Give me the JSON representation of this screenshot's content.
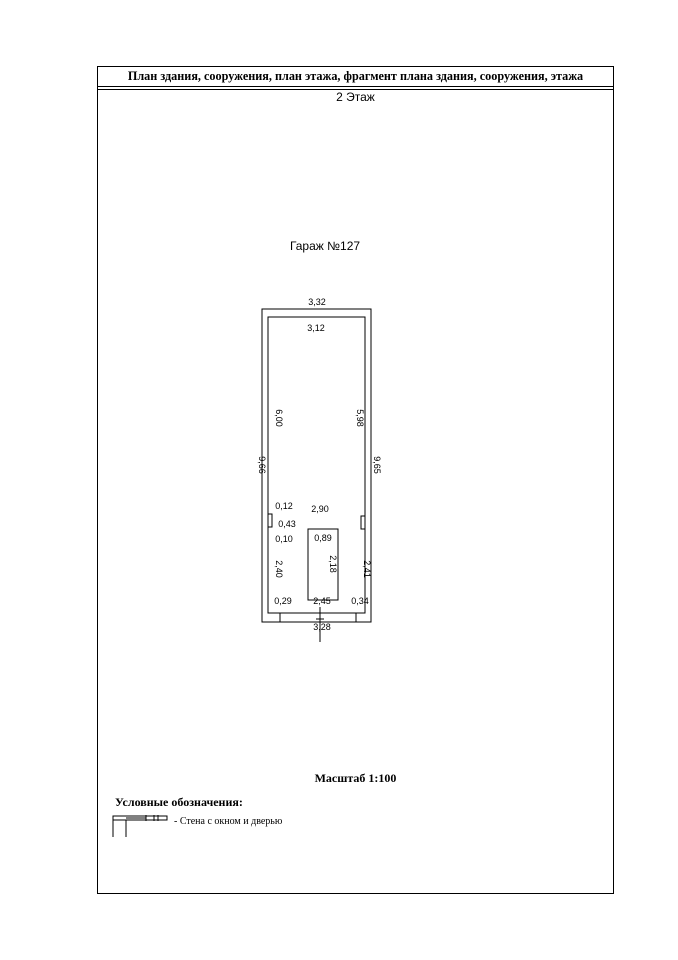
{
  "header": {
    "title": "План здания, сооружения, план этажа, фрагмент плана здания, сооружения, этажа",
    "floor": "2 Этаж"
  },
  "plan": {
    "name": "Гараж №127",
    "dims": {
      "top_outer": "3,32",
      "top_inner": "3,12",
      "left_inner_upper": "6,00",
      "right_inner_upper": "5,98",
      "left_outer": "9,66",
      "right_outer": "9,65",
      "niche_top": "0,12",
      "niche_depth": "0,43",
      "niche_bottom": "0,10",
      "middle_width": "2,90",
      "pit_width": "0,89",
      "pit_length": "2,18",
      "left_inner_lower": "2,40",
      "right_inner_lower": "2,41",
      "bottom_left": "0,29",
      "bottom_door": "2,45",
      "bottom_right": "0,34",
      "bottom_outer": "3,28"
    }
  },
  "footer": {
    "scale": "Масштаб 1:100",
    "legend_title": "Условные обозначения:",
    "legend_item": "- Стена с окном и дверью"
  }
}
